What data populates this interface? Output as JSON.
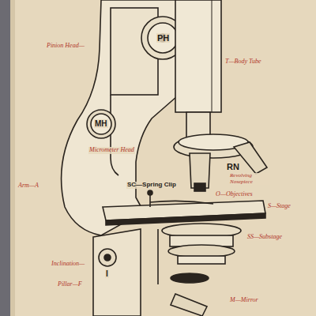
{
  "diagram": {
    "labels": [
      "Pinion Head—",
      "PH",
      "T—Body Tube",
      "MH",
      "Micrometer Head",
      "Arm—A",
      "RN",
      "Revolving Nosepiece",
      "O—Objectives",
      "SC—Spring Clip",
      "S—Stage",
      "SS—Substage",
      "Inclination—",
      "I",
      "Pillar—F",
      "M—Mirror"
    ]
  }
}
